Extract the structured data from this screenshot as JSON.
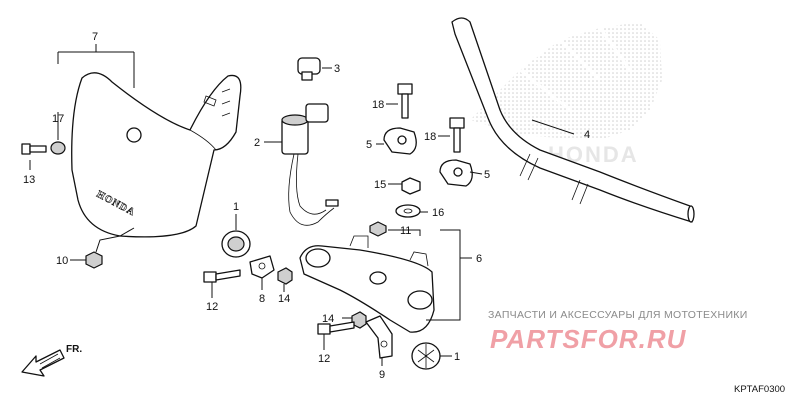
{
  "colors": {
    "line": "#111111",
    "watermark_logo": "#f0a0a6",
    "watermark_text": "#8a8a8a",
    "honda_wing": "#dcdcdc"
  },
  "diagram": {
    "code": "KPTAF0300",
    "brand_cowl": "HONDA",
    "brand_background": "HONDA",
    "front_marker": "FR.",
    "callouts": [
      {
        "id": "c7",
        "text": "7"
      },
      {
        "id": "c17",
        "text": "17"
      },
      {
        "id": "c13",
        "text": "13"
      },
      {
        "id": "c10",
        "text": "10"
      },
      {
        "id": "c3",
        "text": "3"
      },
      {
        "id": "c2",
        "text": "2"
      },
      {
        "id": "c18a",
        "text": "18"
      },
      {
        "id": "c18b",
        "text": "18"
      },
      {
        "id": "c5a",
        "text": "5"
      },
      {
        "id": "c5b",
        "text": "5"
      },
      {
        "id": "c4",
        "text": "4"
      },
      {
        "id": "c15",
        "text": "15"
      },
      {
        "id": "c16",
        "text": "16"
      },
      {
        "id": "c11",
        "text": "11"
      },
      {
        "id": "c6",
        "text": "6"
      },
      {
        "id": "c1a",
        "text": "1"
      },
      {
        "id": "c8",
        "text": "8"
      },
      {
        "id": "c14a",
        "text": "14"
      },
      {
        "id": "c12a",
        "text": "12"
      },
      {
        "id": "c14b",
        "text": "14"
      },
      {
        "id": "c12b",
        "text": "12"
      },
      {
        "id": "c9",
        "text": "9"
      },
      {
        "id": "c1b",
        "text": "1"
      }
    ]
  },
  "watermark": {
    "caption": "ЗАПЧАСТИ И АКСЕССУАРЫ ДЛЯ МОТОТЕХНИКИ",
    "logo": "PARTSFOR.RU"
  }
}
